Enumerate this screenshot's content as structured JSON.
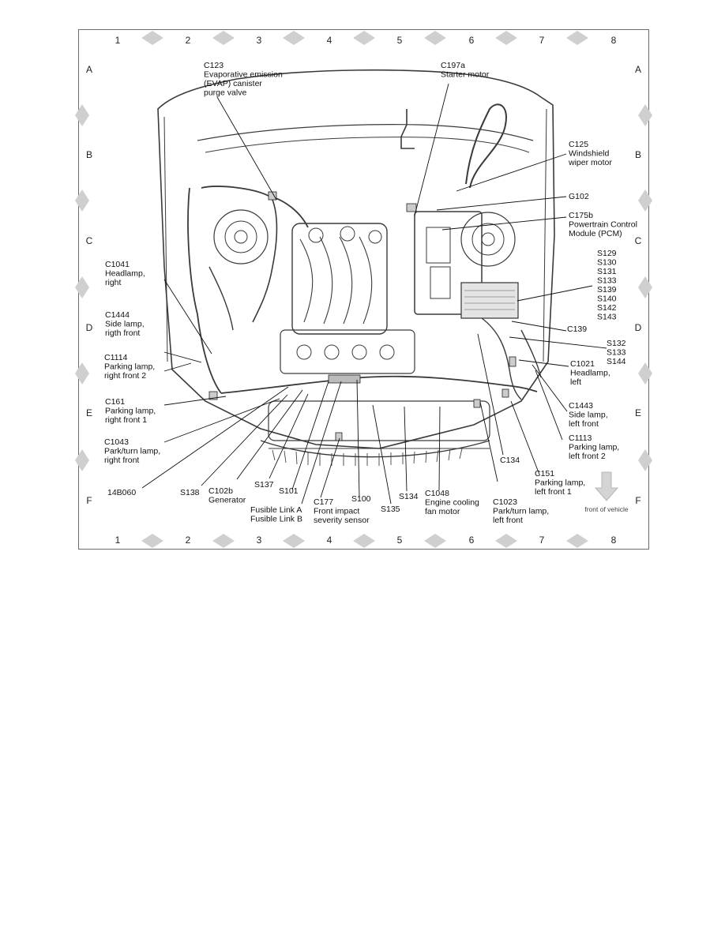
{
  "diagram": {
    "columns": [
      "1",
      "2",
      "3",
      "4",
      "5",
      "6",
      "7",
      "8"
    ],
    "rows": [
      "A",
      "B",
      "C",
      "D",
      "E",
      "F"
    ],
    "orientation_label": "front of vehicle",
    "labels": [
      {
        "id": "c123",
        "lines": [
          "C123",
          "Evaporative emission",
          "(EVAP) canister",
          "purge valve"
        ]
      },
      {
        "id": "c197a",
        "lines": [
          "C197a",
          "Starter motor"
        ]
      },
      {
        "id": "c125",
        "lines": [
          "C125",
          "Windshield",
          "wiper motor"
        ]
      },
      {
        "id": "g102",
        "lines": [
          "G102"
        ]
      },
      {
        "id": "c175b",
        "lines": [
          "C175b",
          "Powertrain Control",
          "Module (PCM)"
        ]
      },
      {
        "id": "splices1",
        "lines": [
          "S129",
          "S130",
          "S131",
          "S133",
          "S139",
          "S140",
          "S142",
          "S143"
        ]
      },
      {
        "id": "c139",
        "lines": [
          "C139"
        ]
      },
      {
        "id": "splices2",
        "lines": [
          "S132",
          "S133",
          "S144"
        ]
      },
      {
        "id": "c1021",
        "lines": [
          "C1021",
          "Headlamp,",
          "left"
        ]
      },
      {
        "id": "c1443",
        "lines": [
          "C1443",
          "Side lamp,",
          "left front"
        ]
      },
      {
        "id": "c1113",
        "lines": [
          "C1113",
          "Parking lamp,",
          "left front 2"
        ]
      },
      {
        "id": "c151",
        "lines": [
          "C151",
          "Parking lamp,",
          "left front 1"
        ]
      },
      {
        "id": "c134",
        "lines": [
          "C134"
        ]
      },
      {
        "id": "c1023",
        "lines": [
          "C1023",
          "Park/turn lamp,",
          "left front"
        ]
      },
      {
        "id": "c1048",
        "lines": [
          "C1048",
          "Engine cooling",
          "fan motor"
        ]
      },
      {
        "id": "s134",
        "lines": [
          "S134"
        ]
      },
      {
        "id": "s135",
        "lines": [
          "S135"
        ]
      },
      {
        "id": "s100",
        "lines": [
          "S100"
        ]
      },
      {
        "id": "c177",
        "lines": [
          "C177",
          "Front impact",
          "severity sensor"
        ]
      },
      {
        "id": "fusible",
        "lines": [
          "Fusible Link A",
          "Fusible Link B"
        ]
      },
      {
        "id": "s101",
        "lines": [
          "S101"
        ]
      },
      {
        "id": "s137",
        "lines": [
          "S137"
        ]
      },
      {
        "id": "c102b",
        "lines": [
          "C102b",
          "Generator"
        ]
      },
      {
        "id": "s138",
        "lines": [
          "S138"
        ]
      },
      {
        "id": "14b060",
        "lines": [
          "14B060"
        ]
      },
      {
        "id": "c1043",
        "lines": [
          "C1043",
          "Park/turn lamp,",
          "right front"
        ]
      },
      {
        "id": "c161",
        "lines": [
          "C161",
          "Parking lamp,",
          "right front 1"
        ]
      },
      {
        "id": "c1114",
        "lines": [
          "C1114",
          "Parking lamp,",
          "right front 2"
        ]
      },
      {
        "id": "c1444",
        "lines": [
          "C1444",
          "Side lamp,",
          "rigth front"
        ]
      },
      {
        "id": "c1041",
        "lines": [
          "C1041",
          "Headlamp,",
          "right"
        ]
      }
    ]
  }
}
